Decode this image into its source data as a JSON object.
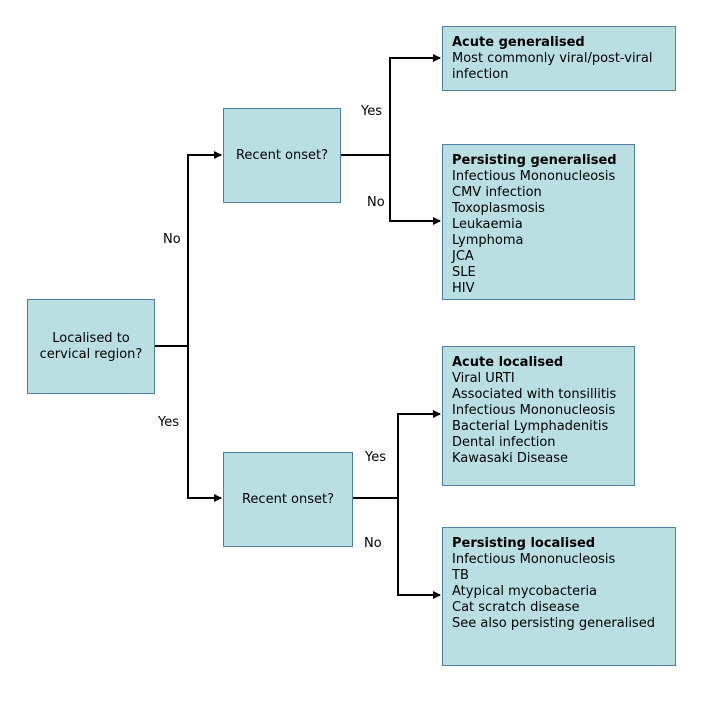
{
  "root": {
    "text": [
      "Localised to",
      "cervical region?"
    ]
  },
  "onset_top": {
    "text": "Recent onset?"
  },
  "onset_bottom": {
    "text": "Recent onset?"
  },
  "edges": {
    "root_no": "No",
    "root_yes": "Yes",
    "top_yes": "Yes",
    "top_no": "No",
    "bottom_yes": "Yes",
    "bottom_no": "No"
  },
  "acute_generalised": {
    "title": "Acute generalised",
    "items": [
      "Most commonly viral/post-viral",
      "infection"
    ]
  },
  "persisting_generalised": {
    "title": "Persisting generalised",
    "items": [
      "Infectious Mononucleosis",
      "CMV infection",
      "Toxoplasmosis",
      "Leukaemia",
      "Lymphoma",
      "JCA",
      "SLE",
      "HIV"
    ]
  },
  "acute_localised": {
    "title": "Acute localised",
    "items": [
      "Viral URTI",
      "Associated with tonsillitis",
      "Infectious Mononucleosis",
      "Bacterial Lymphadenitis",
      "Dental infection",
      "Kawasaki Disease"
    ]
  },
  "persisting_localised": {
    "title": "Persisting localised",
    "items": [
      "Infectious Mononucleosis",
      "TB",
      "Atypical mycobacteria",
      "Cat scratch disease",
      "See also persisting generalised"
    ]
  }
}
